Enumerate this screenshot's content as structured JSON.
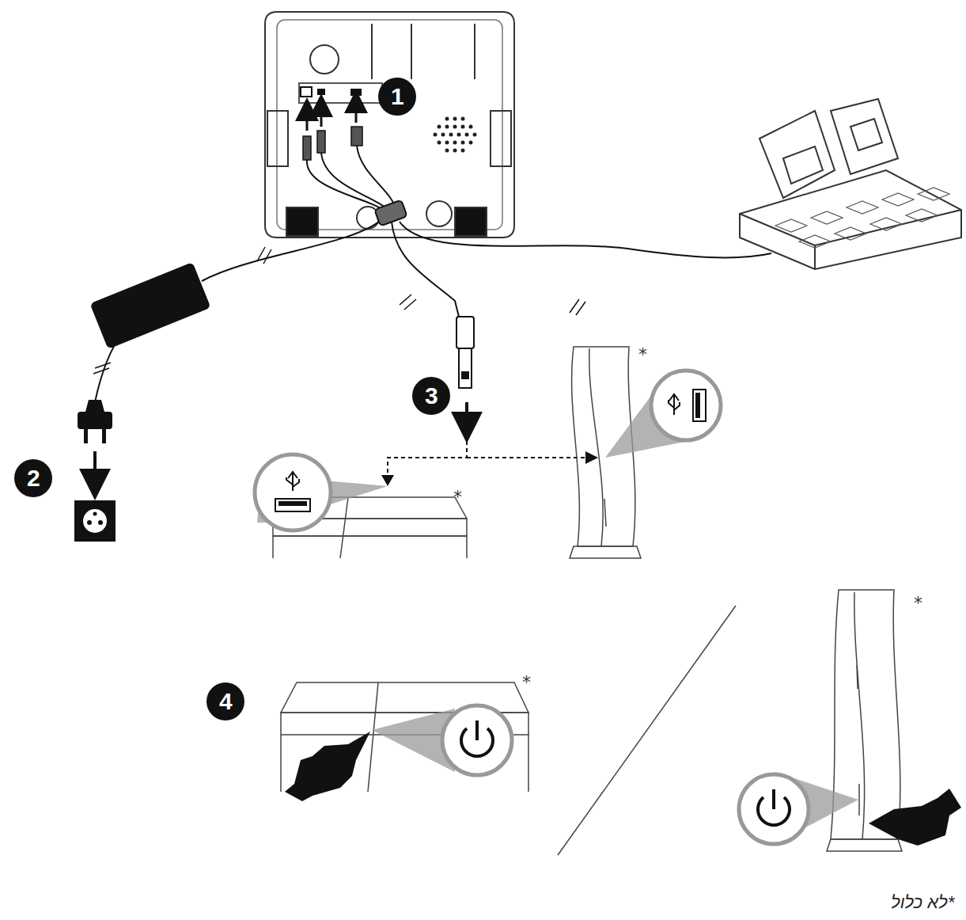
{
  "diagram": {
    "caption": "*לא כלול",
    "labels": [
      "1",
      "2",
      "3",
      "*",
      "*",
      "4",
      "*",
      "*"
    ]
  }
}
